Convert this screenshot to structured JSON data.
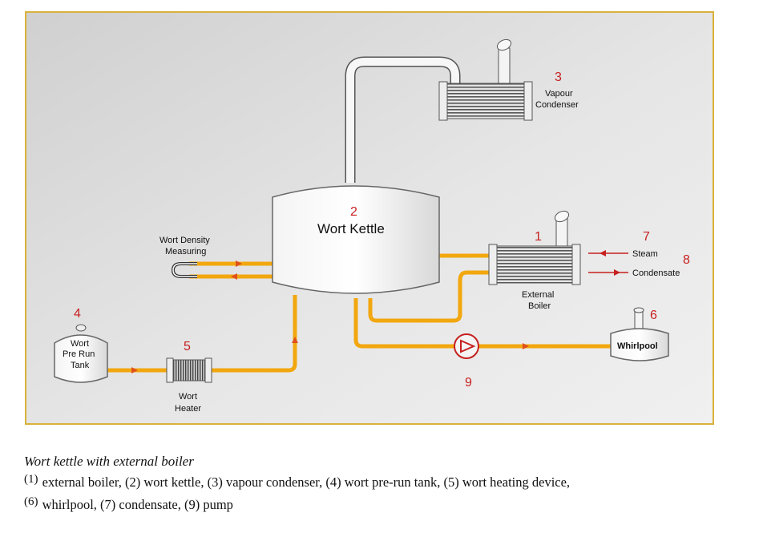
{
  "diagram": {
    "vapour_condenser": {
      "number": "3",
      "label_line1": "Vapour",
      "label_line2": "Condenser"
    },
    "wort_kettle": {
      "number": "2",
      "label": "Wort Kettle"
    },
    "density": {
      "label_line1": "Wort Density",
      "label_line2": "Measuring"
    },
    "external_boiler": {
      "number": "1",
      "label_line1": "External",
      "label_line2": "Boiler"
    },
    "steam": {
      "number": "7",
      "label": "Steam"
    },
    "condensate": {
      "number": "8",
      "label": "Condensate"
    },
    "pre_run_tank": {
      "number": "4",
      "label_line1": "Wort",
      "label_line2": "Pre Run",
      "label_line3": "Tank"
    },
    "wort_heater": {
      "number": "5",
      "label_line1": "Wort",
      "label_line2": "Heater"
    },
    "whirlpool": {
      "number": "6",
      "label": "Whirlpool"
    },
    "pump": {
      "number": "9"
    },
    "colors": {
      "pipe": "#f2a70e",
      "accent_number": "#c62020",
      "panel": "#e4e4e4",
      "frame": "#d9b23a"
    }
  },
  "caption": {
    "title": "Wort kettle with external boiler",
    "line1_marker": "(1)",
    "line1_text": " external boiler, (2) wort kettle, (3) vapour condenser, (4) wort pre-run tank, (5) wort heating device,",
    "line2_marker": "(6)",
    "line2_text": " whirlpool, (7) condensate, (9) pump"
  }
}
